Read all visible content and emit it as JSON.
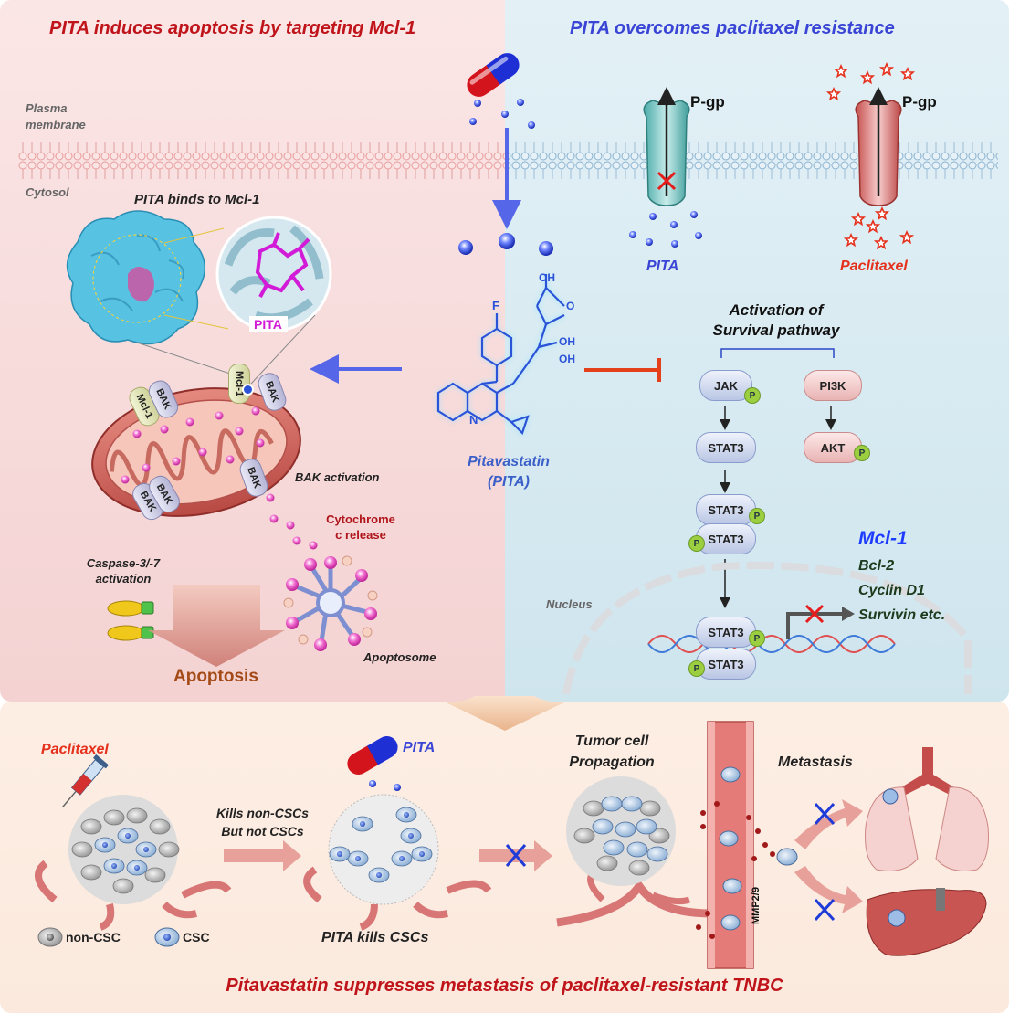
{
  "left_panel": {
    "title": "PITA induces apoptosis by targeting Mcl-1",
    "plasma_membrane": "Plasma membrane",
    "cytosol": "Cytosol",
    "binds_title": "PITA binds to Mcl-1",
    "pita_ligand": "PITA",
    "mcl1": "Mcl-1",
    "bak": "BAK",
    "bak_activation": "BAK activation",
    "cytochrome_release": "Cytochrome c release",
    "caspase": "Caspase-3/-7 activation",
    "apoptosome": "Apoptosome",
    "apoptosis": "Apoptosis"
  },
  "right_panel": {
    "title": "PITA overcomes paclitaxel resistance",
    "pgp": "P-gp",
    "pita_label": "PITA",
    "paclitaxel_label": "Paclitaxel",
    "compound_name": "Pitavastatin",
    "compound_abbr": "(PITA)",
    "survival_title_1": "Activation of",
    "survival_title_2": "Survival pathway",
    "jak": "JAK",
    "pi3k": "PI3K",
    "stat3": "STAT3",
    "akt": "AKT",
    "p": "P",
    "nucleus": "Nucleus",
    "targets": [
      "Mcl-1",
      "Bcl-2",
      "Cyclin D1",
      "Survivin etc."
    ],
    "atoms": {
      "F": "F",
      "N": "N",
      "OH": "OH",
      "O": "O"
    }
  },
  "bottom_panel": {
    "paclitaxel": "Paclitaxel",
    "kills_1": "Kills non-CSCs",
    "kills_2": "But not CSCs",
    "pita": "PITA",
    "tumor_1": "Tumor cell",
    "tumor_2": "Propagation",
    "metastasis": "Metastasis",
    "mmp": "MMP2/9",
    "legend_noncsc": "non-CSC",
    "legend_csc": "CSC",
    "pita_kills": "PITA kills CSCs",
    "footer": "Pitavastatin suppresses metastasis of paclitaxel-resistant TNBC"
  },
  "colors": {
    "red_title": "#c0141b",
    "blue_title": "#3a45d6",
    "paclitaxel_red": "#e5301c",
    "mcl1_blue": "#1e3cff"
  }
}
